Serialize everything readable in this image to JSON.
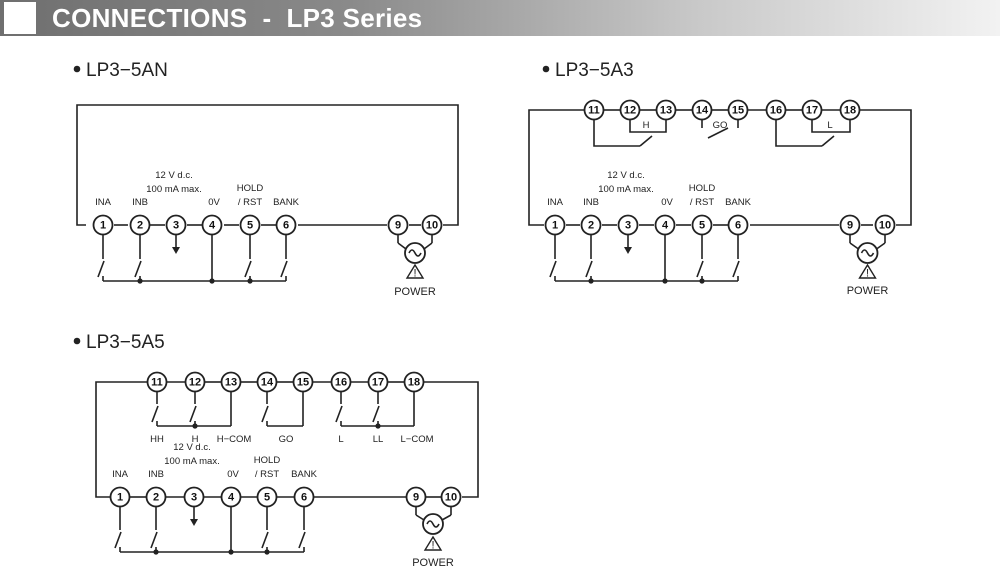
{
  "header": {
    "title": "CONNECTIONS  -  LP3 Series"
  },
  "diagrams": {
    "lp3_5an": {
      "model": "LP3−5AN",
      "terminals": [
        "1",
        "2",
        "3",
        "4",
        "5",
        "6",
        "9",
        "10"
      ],
      "labels": {
        "ina": "INA",
        "inb": "INB",
        "supply_1": "12 V d.c.",
        "supply_2": "100 mA max.",
        "zero_v": "0V",
        "hold_1": "HOLD",
        "hold_2": "/ RST",
        "bank": "BANK"
      },
      "power": "POWER"
    },
    "lp3_5a3": {
      "model": "LP3−5A3",
      "terminals": [
        "1",
        "2",
        "3",
        "4",
        "5",
        "6",
        "9",
        "10",
        "11",
        "12",
        "13",
        "14",
        "15",
        "16",
        "17",
        "18"
      ],
      "labels": {
        "ina": "INA",
        "inb": "INB",
        "supply_1": "12 V d.c.",
        "supply_2": "100 mA max.",
        "zero_v": "0V",
        "hold_1": "HOLD",
        "hold_2": "/ RST",
        "bank": "BANK",
        "relay_h": "H",
        "relay_go": "GO",
        "relay_l": "L"
      },
      "power": "POWER"
    },
    "lp3_5a5": {
      "model": "LP3−5A5",
      "terminals": [
        "1",
        "2",
        "3",
        "4",
        "5",
        "6",
        "9",
        "10",
        "11",
        "12",
        "13",
        "14",
        "15",
        "16",
        "17",
        "18"
      ],
      "labels": {
        "ina": "INA",
        "inb": "INB",
        "supply_1": "12 V d.c.",
        "supply_2": "100 mA max.",
        "zero_v": "0V",
        "hold_1": "HOLD",
        "hold_2": "/ RST",
        "bank": "BANK",
        "out_hh": "HH",
        "out_h": "H",
        "out_hcom": "H−COM",
        "out_go": "GO",
        "out_l": "L",
        "out_ll": "LL",
        "out_lcom": "L−COM"
      },
      "power": "POWER"
    }
  }
}
